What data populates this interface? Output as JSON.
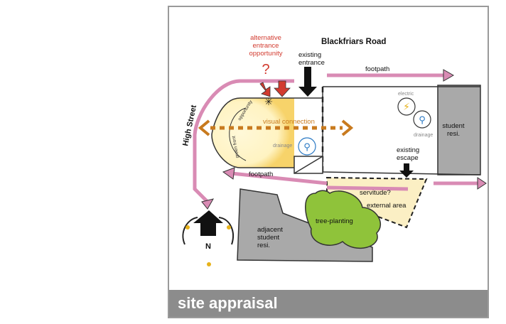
{
  "caption": "site appraisal",
  "labels": {
    "alternative_entrance": [
      "alternative",
      "entrance",
      "opportunity"
    ],
    "question_mark": "?",
    "blackfriars_road": "Blackfriars Road",
    "existing_entrance": [
      "existing",
      "entrance"
    ],
    "footpath_top": "footpath",
    "high_street": "High Street",
    "opportunity_curve": "opportunity",
    "green_front_curve": "green front",
    "visual_connection": "visual connection",
    "drainage_left": "drainage",
    "electric": "electric",
    "drainage_right": "drainage",
    "student_resi_right": [
      "student",
      "resi."
    ],
    "existing_escape": [
      "existing",
      "escape"
    ],
    "footpath_bottom": "footpath",
    "servitude": "servitude?",
    "external_area": "external area",
    "tree_planting": "tree-planting",
    "adjacent_student_resi": [
      "adjacent",
      "student",
      "resi."
    ],
    "north": "N"
  },
  "colors": {
    "accent_red": "#d23b2f",
    "pink_arrow": "#d98bb4",
    "orange_dots": "#c87a1e",
    "yellow_glow": "#f7d36a",
    "external_fill": "#fbefc4",
    "tree_green": "#8fc33a",
    "grey_building": "#a9a9a9",
    "caption_bg": "#8c8c8c"
  },
  "icons": [
    "lightning-icon",
    "tap-icon",
    "north-arrow-icon",
    "sun-icon"
  ]
}
